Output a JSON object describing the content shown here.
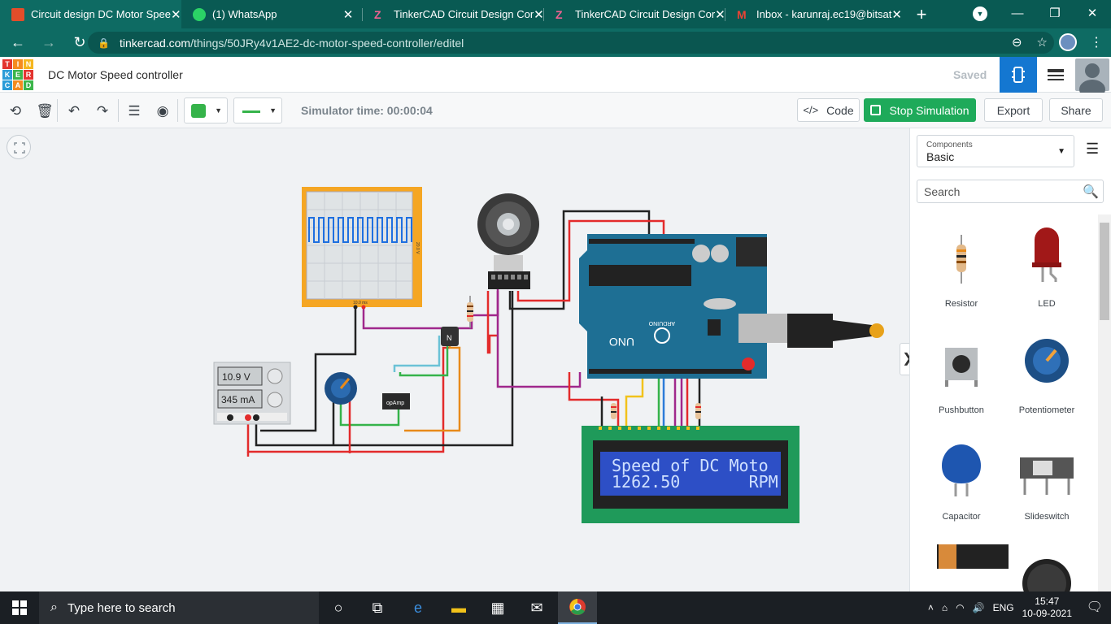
{
  "browser": {
    "tabs": [
      {
        "title": "Circuit design DC Motor Spee",
        "active": true,
        "favicon": "tinkercad-icon",
        "color": "#e34d2a"
      },
      {
        "title": "(1) WhatsApp",
        "active": false,
        "favicon": "whatsapp-icon",
        "color": "#2bd366"
      },
      {
        "title": "TinkerCAD Circuit Design Cor",
        "active": false,
        "favicon": "tinkercad-z-icon",
        "color": "#c2185b"
      },
      {
        "title": "TinkerCAD Circuit Design Cor",
        "active": false,
        "favicon": "tinkercad-z-icon",
        "color": "#c2185b"
      },
      {
        "title": "Inbox - karunraj.ec19@bitsat",
        "active": false,
        "favicon": "gmail-icon",
        "color": "#ea4335"
      }
    ],
    "new_tab": "+",
    "url_domain": "tinkercad.com",
    "url_path": "/things/50JRy4v1AE2-dc-motor-speed-controller/editel",
    "accent": "#095a53"
  },
  "tinkercad": {
    "logo_letters": [
      "T",
      "I",
      "N",
      "K",
      "E",
      "R",
      "C",
      "A",
      "D"
    ],
    "project_title": "DC Motor Speed controller",
    "saved_label": "Saved"
  },
  "toolbar": {
    "sim_time": "Simulator time: 00:00:04",
    "code_label": "Code",
    "stop_label": "Stop Simulation",
    "export_label": "Export",
    "share_label": "Share",
    "wire_color": "#35b34a"
  },
  "circuit": {
    "supply_voltage": "10.9 V",
    "supply_current": "345 mA",
    "opamp_label": "opAmp",
    "transistor_label": "N",
    "scope_time": "10.0 ms",
    "scope_volts": "20.0 V",
    "lcd_line1": "Speed of DC Moto",
    "lcd_line2": "1262.50       RPM",
    "arduino_brand": "ARDUINO",
    "arduino_model": "UNO"
  },
  "panel": {
    "components_label": "Components",
    "components_value": "Basic",
    "search_placeholder": "Search",
    "items": [
      {
        "label": "Resistor",
        "icon": "resistor-icon"
      },
      {
        "label": "LED",
        "icon": "led-icon"
      },
      {
        "label": "Pushbutton",
        "icon": "pushbutton-icon"
      },
      {
        "label": "Potentiometer",
        "icon": "potentiometer-icon"
      },
      {
        "label": "Capacitor",
        "icon": "capacitor-icon"
      },
      {
        "label": "Slideswitch",
        "icon": "slideswitch-icon"
      }
    ]
  },
  "taskbar": {
    "search_placeholder": "Type here to search",
    "language": "ENG",
    "time": "15:47",
    "date": "10-09-2021"
  }
}
